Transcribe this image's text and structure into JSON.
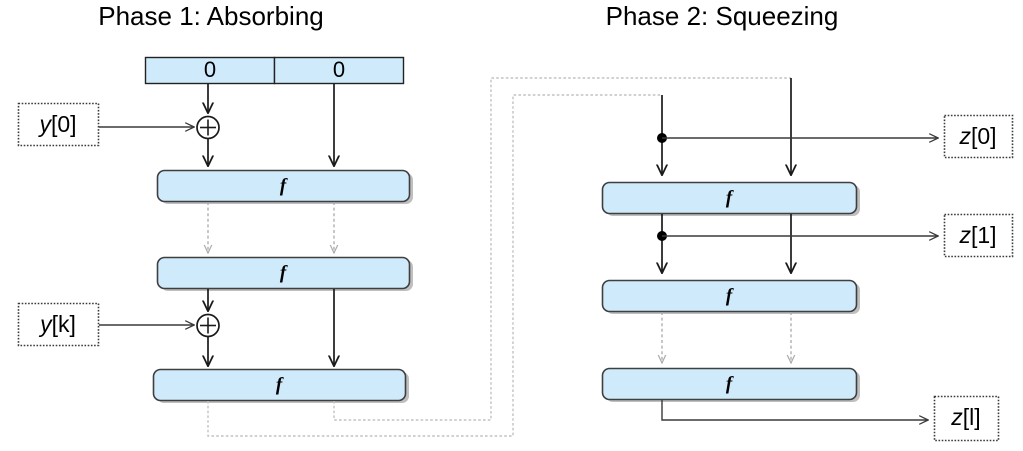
{
  "figure": {
    "type": "sponge-construction-diagram",
    "background": "#ffffff"
  },
  "phases": [
    {
      "id": "phase1",
      "title": "Phase 1: Absorbing"
    },
    {
      "id": "phase2",
      "title": "Phase 2: Squeezing"
    }
  ],
  "colors": {
    "block_fill": "#cfeafb",
    "block_stroke": "#3f3f3f",
    "line": "#1a1a1a",
    "feedback_line": "#c2c2c2",
    "dashed_arrow": "#a9a9a9",
    "text": "#000000"
  },
  "state_bar": {
    "cells": [
      {
        "label": "0",
        "name": "state-cell-rate"
      },
      {
        "label": "0",
        "name": "state-cell-capacity"
      }
    ]
  },
  "phase1": {
    "function_blocks": [
      {
        "label": "f",
        "name": "f-block-1"
      },
      {
        "label": "f",
        "name": "f-block-2"
      },
      {
        "label": "f",
        "name": "f-block-3"
      }
    ],
    "inputs": [
      {
        "var": "y",
        "index": "[0]",
        "name": "input-y0"
      },
      {
        "var": "y",
        "index": "[k]",
        "name": "input-yk"
      }
    ],
    "xor_nodes": [
      {
        "symbol": "+",
        "name": "xor-node-1"
      },
      {
        "symbol": "+",
        "name": "xor-node-2"
      }
    ]
  },
  "phase2": {
    "function_blocks": [
      {
        "label": "f",
        "name": "f-block-1"
      },
      {
        "label": "f",
        "name": "f-block-2"
      },
      {
        "label": "f",
        "name": "f-block-3"
      }
    ],
    "outputs": [
      {
        "var": "z",
        "index": "[0]",
        "name": "output-z0"
      },
      {
        "var": "z",
        "index": "[1]",
        "name": "output-z1"
      },
      {
        "var": "z",
        "index": "[l]",
        "name": "output-zl"
      }
    ]
  }
}
